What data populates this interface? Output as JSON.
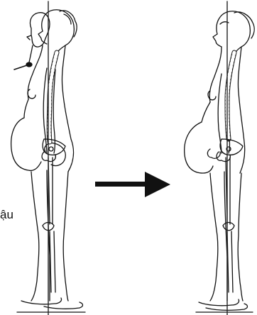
{
  "caption_fragment": "ậu",
  "figures": [
    {
      "name": "figure-before",
      "description_icon": "pregnant-posture-misaligned-icon"
    },
    {
      "name": "figure-after",
      "description_icon": "pregnant-posture-aligned-icon"
    }
  ],
  "arrow": {
    "icon": "right-arrow-icon"
  },
  "colors": {
    "ink": "#111111",
    "spine": "#1a1a1a",
    "plumb_line": "#222222",
    "background": "#ffffff"
  }
}
